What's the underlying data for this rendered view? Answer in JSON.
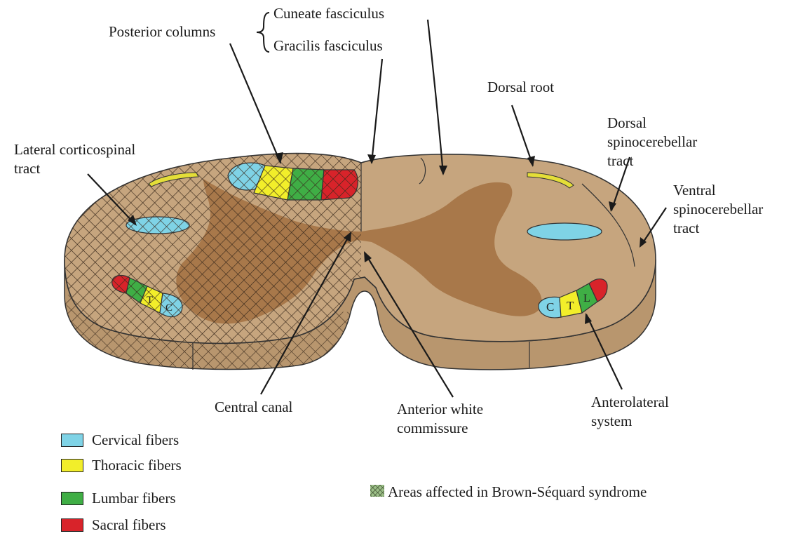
{
  "labels": {
    "posterior_columns": "Posterior columns",
    "cuneate_fasciculus": "Cuneate fasciculus",
    "gracilis_fasciculus": "Gracilis fasciculus",
    "dorsal_root": "Dorsal root",
    "dorsal_spinocerebellar": [
      "Dorsal",
      "spinocerebellar",
      "tract"
    ],
    "ventral_spinocerebellar": [
      "Ventral",
      "spinocerebellar",
      "tract"
    ],
    "lateral_corticospinal": [
      "Lateral corticospinal",
      "tract"
    ],
    "central_canal": "Central canal",
    "anterior_white_commissure": [
      "Anterior white",
      "commissure"
    ],
    "anterolateral_system": [
      "Anterolateral",
      "system"
    ]
  },
  "tract_letters": {
    "cervical": "C",
    "thoracic": "T",
    "lumbar": "L"
  },
  "legend": [
    {
      "label": "Cervical fibers",
      "color": "#7fd3e6"
    },
    {
      "label": "Thoracic fibers",
      "color": "#f2ee2a"
    },
    {
      "label": "Lumbar fibers",
      "color": "#3fae45"
    },
    {
      "label": "Sacral fibers",
      "color": "#d8232a"
    }
  ],
  "hatch_legend": "Areas affected in Brown-Séquard syndrome",
  "colors": {
    "white_matter": "#c6a57e",
    "white_matter_side": "#b8966e",
    "gray_matter": "#a8784a",
    "hatch": "#3a2a1c",
    "dorsal_root": "#e4de38"
  }
}
